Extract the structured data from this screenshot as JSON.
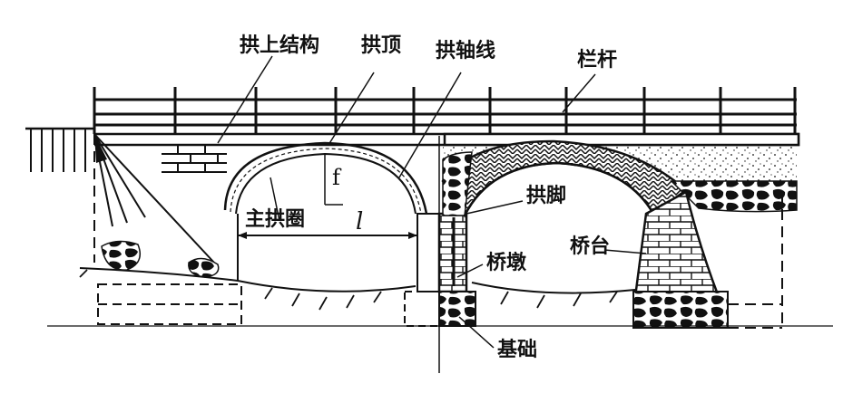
{
  "labels": {
    "superstructure": "拱上结构",
    "crown": "拱顶",
    "arch_axis": "拱轴线",
    "railing": "栏杆",
    "main_arch_ring": "主拱圈",
    "springing": "拱脚",
    "pier": "桥墩",
    "abutment": "桥台",
    "foundation": "基础",
    "rise_symbol": "f",
    "span_symbol": "l"
  },
  "colors": {
    "ink": "#111111",
    "background": "#ffffff"
  }
}
